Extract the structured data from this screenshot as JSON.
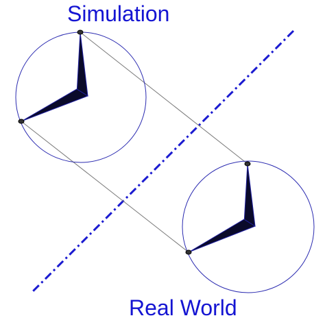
{
  "labels": {
    "top": "Simulation",
    "bottom": "Real World"
  },
  "colors": {
    "label": "#1414d2",
    "circle": "#2a2ab0",
    "mirror_line": "#1a1ad0",
    "connector": "#7a7a7a",
    "hand_fill": "#0a0a2a",
    "hand_stroke": "#2020a0",
    "joint": "#333333"
  },
  "mirror_line_style": "dash-dot",
  "figures": [
    "simulation-clock",
    "real-world-clock"
  ]
}
